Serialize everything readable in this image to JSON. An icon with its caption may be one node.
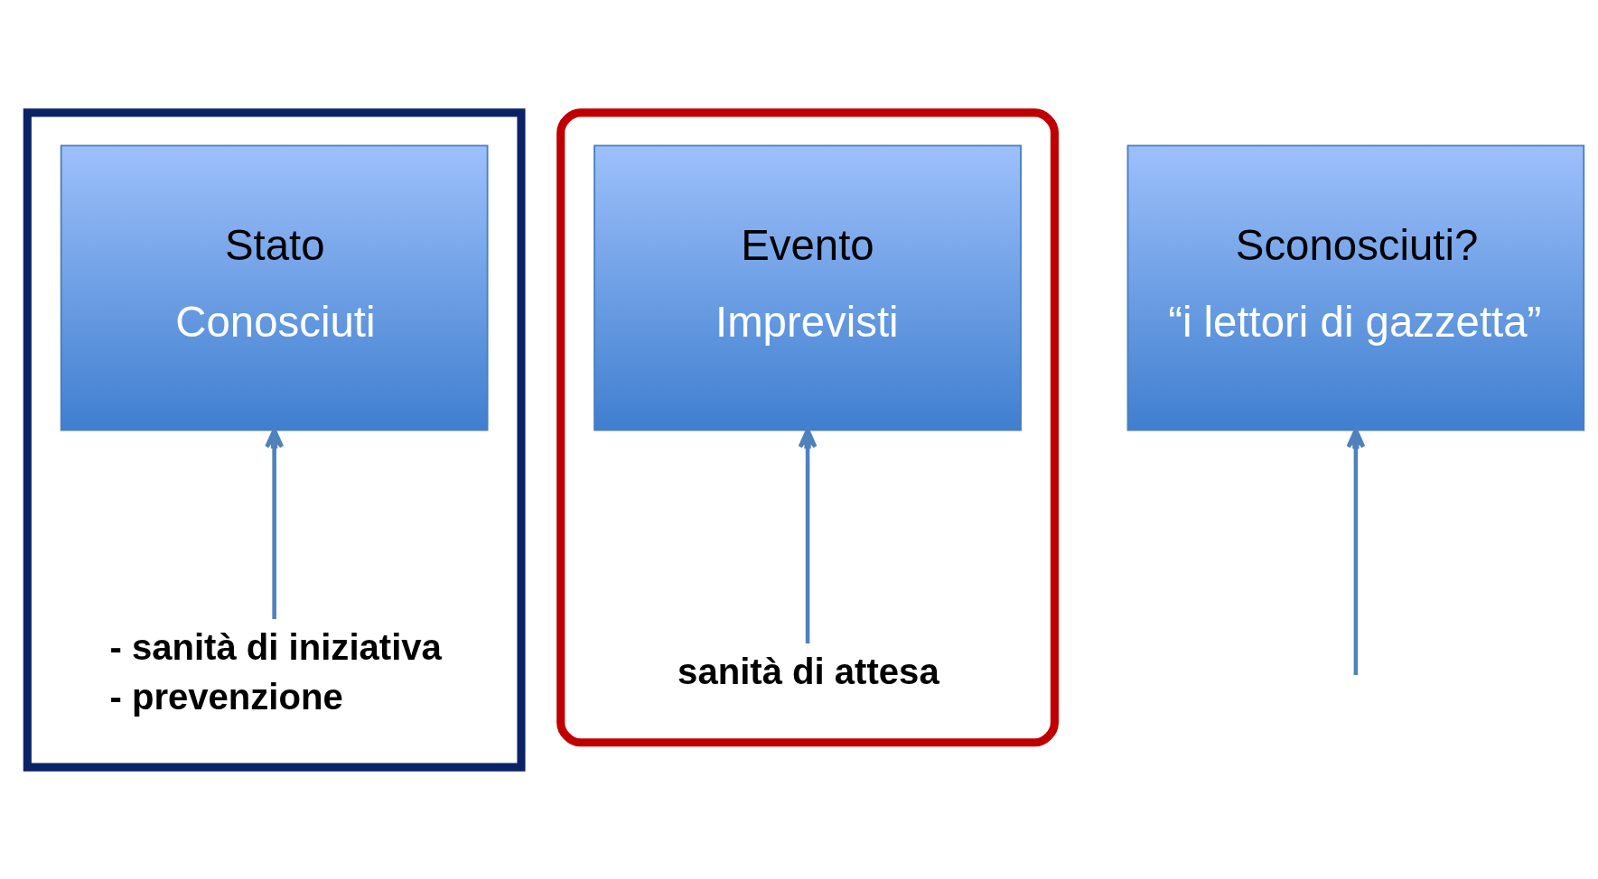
{
  "diagram": {
    "nodes": [
      {
        "text": [],
        "shape": "box"
      },
      {
        "text": [
          "Stato",
          "Conosciuti"
        ],
        "in": 0
      },
      {
        "text": [
          "- sanità di iniziativa",
          "- prevenzione"
        ],
        "in": 0
      },
      {
        "text": [],
        "shape": "box"
      },
      {
        "text": [
          "Evento",
          "Imprevisti"
        ],
        "in": 3
      },
      {
        "text": [
          "sanità di attesa"
        ],
        "in": 3
      },
      {
        "text": [
          "Sconosciuti?",
          "“i lettori di gazzetta”"
        ]
      }
    ],
    "edges": [
      {
        "from": 2,
        "to": 1,
        "arrow": "to"
      },
      {
        "from": 5,
        "to": 4,
        "arrow": "to"
      },
      {
        "from": null,
        "to": 6,
        "arrow": "to"
      }
    ]
  }
}
